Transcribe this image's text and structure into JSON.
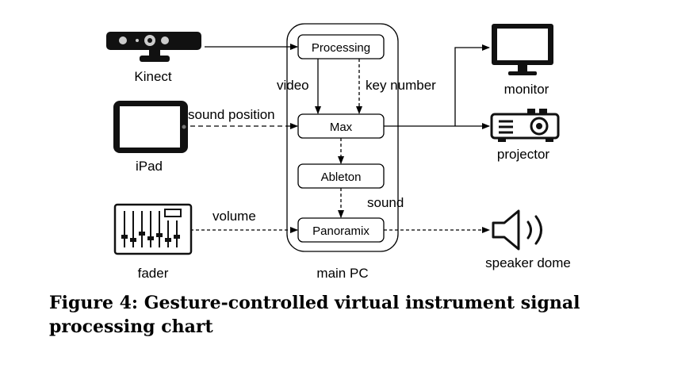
{
  "nodes": {
    "kinect": "Kinect",
    "ipad": "iPad",
    "fader": "fader",
    "processing": "Processing",
    "max": "Max",
    "ableton": "Ableton",
    "panoramix": "Panoramix",
    "main_pc": "main PC",
    "monitor": "monitor",
    "projector": "projector",
    "speaker_dome": "speaker dome"
  },
  "edges": {
    "video": "video",
    "key_number": "key number",
    "sound_position": "sound position",
    "sound": "sound",
    "volume": "volume"
  },
  "icons": [
    "kinect-icon",
    "ipad-icon",
    "fader-icon",
    "monitor-icon",
    "projector-icon",
    "speaker-icon"
  ],
  "caption": "Figure 4: Gesture-controlled virtual instrument signal processing chart"
}
